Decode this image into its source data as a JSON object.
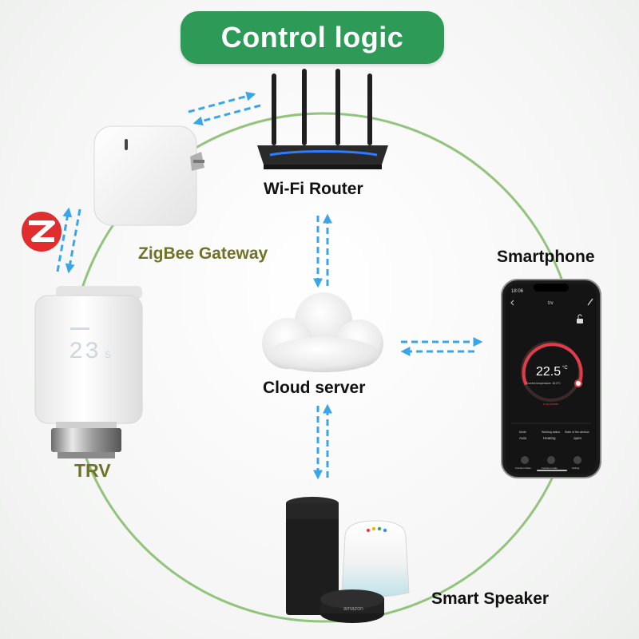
{
  "title": "Control logic",
  "labels": {
    "router": "Wi-Fi Router",
    "gateway": "ZigBee Gateway",
    "smartphone": "Smartphone",
    "cloud": "Cloud server",
    "trv": "TRV",
    "speaker": "Smart Speaker"
  },
  "trv_display": {
    "value": "23",
    "unit": "S"
  },
  "phone_app": {
    "time": "18:06",
    "screen_title": "trv",
    "temperature": "22.5",
    "unit": "°C",
    "current_temp_label": "Current temperature: 18.3°C",
    "low_power": "Low power",
    "stats": [
      {
        "label": "Mode",
        "value": "Auto"
      },
      {
        "label": "Working status",
        "value": "Heating"
      },
      {
        "label": "State of the window",
        "value": "open"
      }
    ],
    "nav": [
      "Function Mode",
      "Function mode",
      "Setting"
    ]
  },
  "speaker_brand": "amazon",
  "colors": {
    "title_bg": "#2e9a57",
    "circle": "#93c47d",
    "arrow": "#3aa6e8",
    "gateway_label": "#6f7326",
    "zigbee_logo": "#e02d2d",
    "phone_accent": "#e23b4a"
  },
  "icons": [
    "zigbee-logo-icon",
    "lock-icon",
    "edit-icon",
    "back-icon"
  ]
}
